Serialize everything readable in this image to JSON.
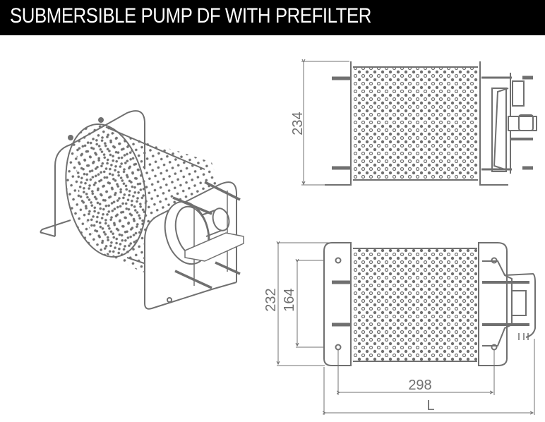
{
  "header": {
    "title": "SUBMERSIBLE PUMP DF WITH PREFILTER",
    "background": "#000000",
    "text_color": "#ffffff"
  },
  "drawing": {
    "line_color": "#707070",
    "views": [
      {
        "name": "isometric-view"
      },
      {
        "name": "side-view",
        "dimensions": {
          "height": "234"
        }
      },
      {
        "name": "front-view",
        "dimensions": {
          "height": "232",
          "bolt_spacing": "164",
          "bolt_length": "298",
          "overall_length": "L"
        }
      }
    ]
  }
}
